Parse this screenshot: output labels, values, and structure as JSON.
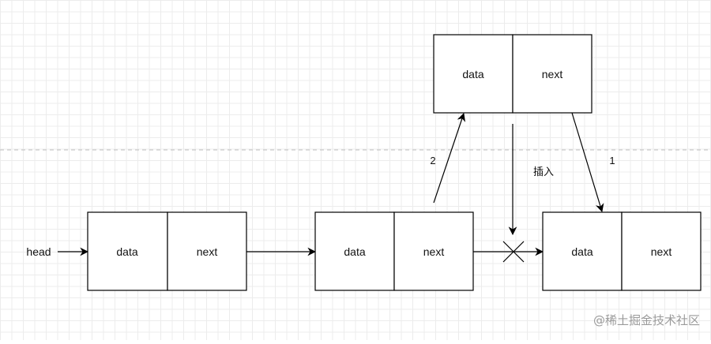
{
  "head_label": "head",
  "nodes": [
    {
      "data_label": "data",
      "next_label": "next"
    },
    {
      "data_label": "data",
      "next_label": "next"
    },
    {
      "data_label": "data",
      "next_label": "next"
    },
    {
      "data_label": "data",
      "next_label": "next"
    }
  ],
  "annotations": {
    "step_one": "1",
    "step_two": "2",
    "insert": "插入"
  },
  "watermark": "@稀土掘金技术社区",
  "colors": {
    "stroke": "#000000",
    "grid": "#ececec",
    "dashed_divider": "#bfbfbf",
    "watermark": "#9a9a9a"
  }
}
